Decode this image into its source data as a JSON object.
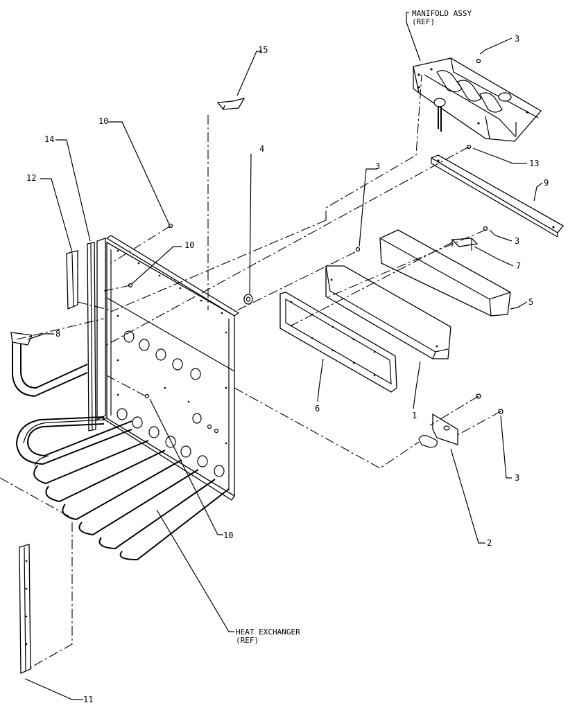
{
  "references": {
    "manifold": {
      "line1": "MANIFOLD ASSY",
      "line2": "(REF)"
    },
    "heat_exchanger": {
      "line1": "HEAT EXCHANGER",
      "line2": "(REF)"
    }
  },
  "callouts": {
    "c1": "1",
    "c2": "2",
    "c3a": "3",
    "c3b": "3",
    "c3c": "3",
    "c3d": "3",
    "c4": "4",
    "c5": "5",
    "c6": "6",
    "c7": "7",
    "c8": "8",
    "c9": "9",
    "c10a": "10",
    "c10b": "10",
    "c10c": "10",
    "c11": "11",
    "c12": "12",
    "c13": "13",
    "c14": "14",
    "c15": "15"
  }
}
